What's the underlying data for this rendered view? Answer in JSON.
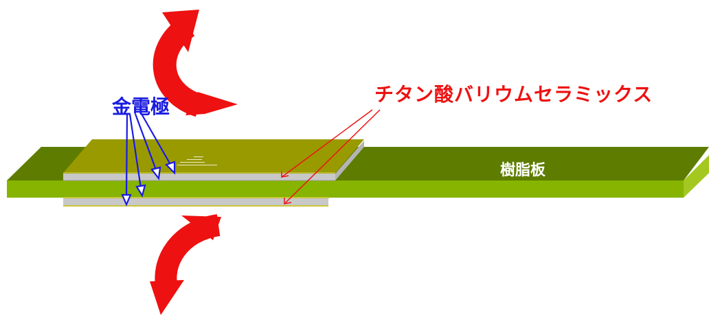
{
  "labels": {
    "gold_electrode": "金電極",
    "barium_titanate_ceramics": "チタン酸バリウムセラミックス",
    "resin_plate": "樹脂板"
  },
  "colors": {
    "resin_top": "#5e7d00",
    "resin_front": "#86b400",
    "gold_top": "#999a00",
    "ceramic": "#c8c8c8",
    "bend_arrow": "#ee1111",
    "electrode_pointer": "#1a1ae0",
    "ceramic_pointer": "#ee1111"
  }
}
